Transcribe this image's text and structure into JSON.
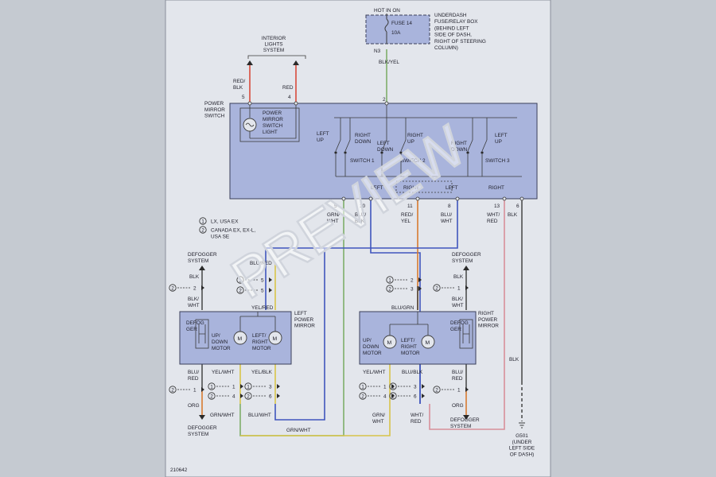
{
  "colors": {
    "background": "#c5cad1",
    "page": "#e3e6ec",
    "component_box": "#a9b4dc",
    "wire_red": "#d84a3c",
    "wire_green": "#7fae6a",
    "wire_blue": "#3f55bd",
    "wire_yellow": "#d8c44a",
    "wire_orange": "#d77a30",
    "wire_pink": "#d78f9a"
  },
  "fuse": {
    "hot_label": "HOT IN ON",
    "fuse_label": "FUSE 14",
    "amp_label": "10A",
    "pin_label": "N3",
    "box_description": [
      "UNDERDASH",
      "FUSE/RELAY BOX",
      "(BEHIND LEFT",
      "SIDE OF DASH,",
      "RIGHT OF STEERING",
      "COLUMN)"
    ]
  },
  "interior": {
    "title": [
      "INTERIOR",
      "LIGHTS",
      "SYSTEM"
    ],
    "wire1": [
      "RED/",
      "BLK"
    ],
    "pin1": "5",
    "wire2": "RED",
    "pin2": "4"
  },
  "switch": {
    "name": [
      "POWER",
      "MIRROR",
      "SWITCH"
    ],
    "light_label": [
      "POWER",
      "MIRROR",
      "SWITCH",
      "LIGHT"
    ],
    "top_pin": "2",
    "top_wire": "BLK/YEL",
    "contacts": [
      [
        "LEFT",
        "UP"
      ],
      [
        "RIGHT",
        "DOWN"
      ],
      [
        "LEFT",
        "DOWN"
      ],
      [
        "RIGHT",
        "UP"
      ],
      [
        "RIGHT",
        "DOWN"
      ],
      [
        "LEFT",
        "UP"
      ]
    ],
    "switch_labels": [
      "SWITCH 1",
      "SWITCH 2",
      "SWITCH 3"
    ],
    "selector": [
      "LEFT",
      "RIGHT",
      "LEFT",
      "RIGHT"
    ],
    "bottom_pins": [
      "5",
      "10",
      "11",
      "8",
      "13",
      "6"
    ],
    "bottom_wires": [
      [
        "GRN/",
        "WHT"
      ],
      [
        "BLU/",
        "BLK"
      ],
      [
        "RED/",
        "YEL"
      ],
      [
        "BLU/",
        "WHT"
      ],
      [
        "WHT/",
        "RED"
      ],
      [
        "BLK"
      ]
    ]
  },
  "legend": [
    {
      "mark": "1",
      "text": [
        "LX, USA EX"
      ]
    },
    {
      "mark": "2",
      "text": [
        "CANADA EX, EX-L,",
        "USA SE"
      ]
    }
  ],
  "left_mirror": {
    "defog_title": [
      "DEFOGGER",
      "SYSTEM"
    ],
    "blk": "BLK",
    "blk_wht": [
      "BLK/",
      "WHT"
    ],
    "blu_red": "BLU/RED",
    "pins_top": [
      "2",
      "2",
      "5",
      "2"
    ],
    "yel_red": "YEL/RED",
    "name": [
      "LEFT",
      "POWER",
      "MIRROR"
    ],
    "defog_name": [
      "DEFOG",
      "GER"
    ],
    "motor_ud": [
      "UP/",
      "DOWN",
      "MOTOR"
    ],
    "motor_lr": [
      "LEFT/",
      "RIGHT",
      "MOTOR"
    ],
    "motor": "M",
    "wires_mid": [
      [
        "BLU/",
        "RED"
      ],
      "YEL/WHT",
      "YEL/BLK"
    ],
    "pins_bottom": [
      "2",
      "1",
      "1",
      "4",
      "3",
      "6"
    ],
    "wires_bottom": [
      "ORG",
      "GRN/WHT",
      "BLU/WHT"
    ],
    "defog_bottom": [
      "DEFOGGER",
      "SYSTEM"
    ]
  },
  "right_mirror": {
    "defog_title": [
      "DEFOGGER",
      "SYSTEM"
    ],
    "blk": "BLK",
    "blk_wht": [
      "BLK/",
      "WHT"
    ],
    "pins_top": [
      "2",
      "3",
      "2"
    ],
    "blu_grn": "BLU/GRN",
    "name": [
      "RIGHT",
      "POWER",
      "MIRROR"
    ],
    "defog_name": [
      "DEFOG",
      "GER"
    ],
    "motor_ud": [
      "UP/",
      "DOWN",
      "MOTOR"
    ],
    "motor_lr": [
      "LEFT/",
      "RIGHT",
      "MOTOR"
    ],
    "motor": "M",
    "wires_mid": [
      "YEL/WHT",
      "BLU/BLK",
      [
        "BLU/",
        "RED"
      ]
    ],
    "pins_bottom": [
      "1",
      "4",
      "3",
      "6",
      "2",
      "1"
    ],
    "wires_bottom": [
      [
        "GRN/",
        "WHT"
      ],
      [
        "WHT/",
        "RED"
      ],
      "ORG"
    ],
    "defog_bottom": [
      "DEFOGGER",
      "SYSTEM"
    ]
  },
  "ground": {
    "wire": "BLK",
    "label": [
      "G501",
      "(UNDER",
      "LEFT SIDE",
      "OF DASH)"
    ]
  },
  "grn_wht_bottom": "GRN/WHT",
  "figure_id": "210642",
  "watermark": "PREVIEW"
}
